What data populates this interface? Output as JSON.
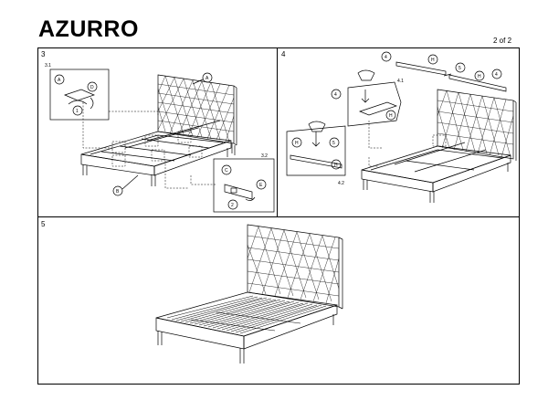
{
  "header": {
    "title": "AZURRO",
    "page": "2 of 2"
  },
  "steps": {
    "s3": {
      "number": "3",
      "sub1": "3.1",
      "sub2": "3.2",
      "labels": {
        "A": "A",
        "B": "B",
        "C": "C",
        "D": "D",
        "E": "E",
        "one": "1",
        "two": "2"
      }
    },
    "s4": {
      "number": "4",
      "sub1": "4.1",
      "sub2": "4.2",
      "labels": {
        "four": "4",
        "H": "H",
        "five": "5"
      }
    },
    "s5": {
      "number": "5"
    }
  },
  "colors": {
    "line": "#000000",
    "background": "#ffffff"
  }
}
